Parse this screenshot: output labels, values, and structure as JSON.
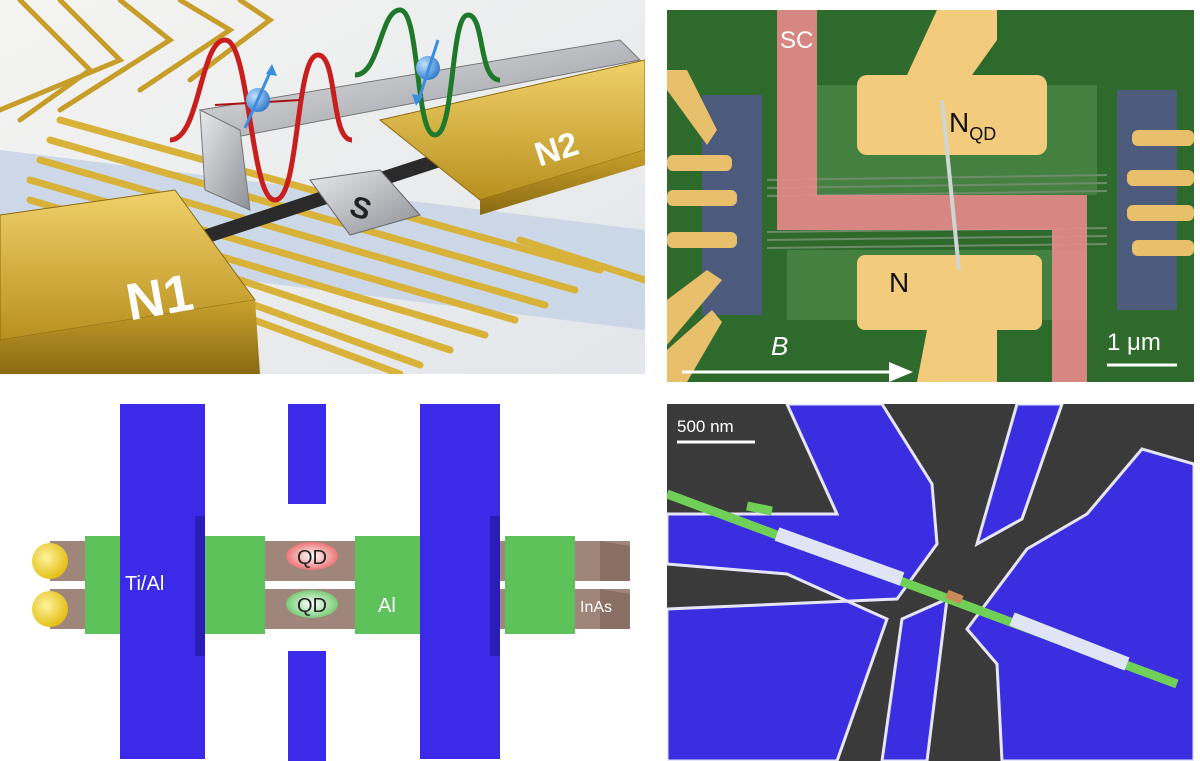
{
  "panel_a": {
    "labels": {
      "n1": "N1",
      "n2": "N2",
      "s": "S"
    }
  },
  "panel_b": {
    "labels": {
      "sc": "SC",
      "nqd_main": "N",
      "nqd_sub": "QD",
      "n": "N",
      "b": "B",
      "scale": "1 μm"
    }
  },
  "panel_c": {
    "labels": {
      "tial": "Ti/Al",
      "qd_top": "QD",
      "qd_bottom": "QD",
      "al": "Al",
      "inas": "InAs"
    }
  },
  "panel_d": {
    "labels": {
      "scale": "500 nm"
    }
  },
  "colors": {
    "gold": "#d9b23a",
    "silver": "#b9bcc2",
    "sc_pink": "#e58a8a",
    "sem_green": "#2f6a2d",
    "blue_lead": "#3b2be8",
    "al_green": "#5ec25b",
    "inas_brown": "#a0857a",
    "qd_red": "#e85a5a"
  }
}
